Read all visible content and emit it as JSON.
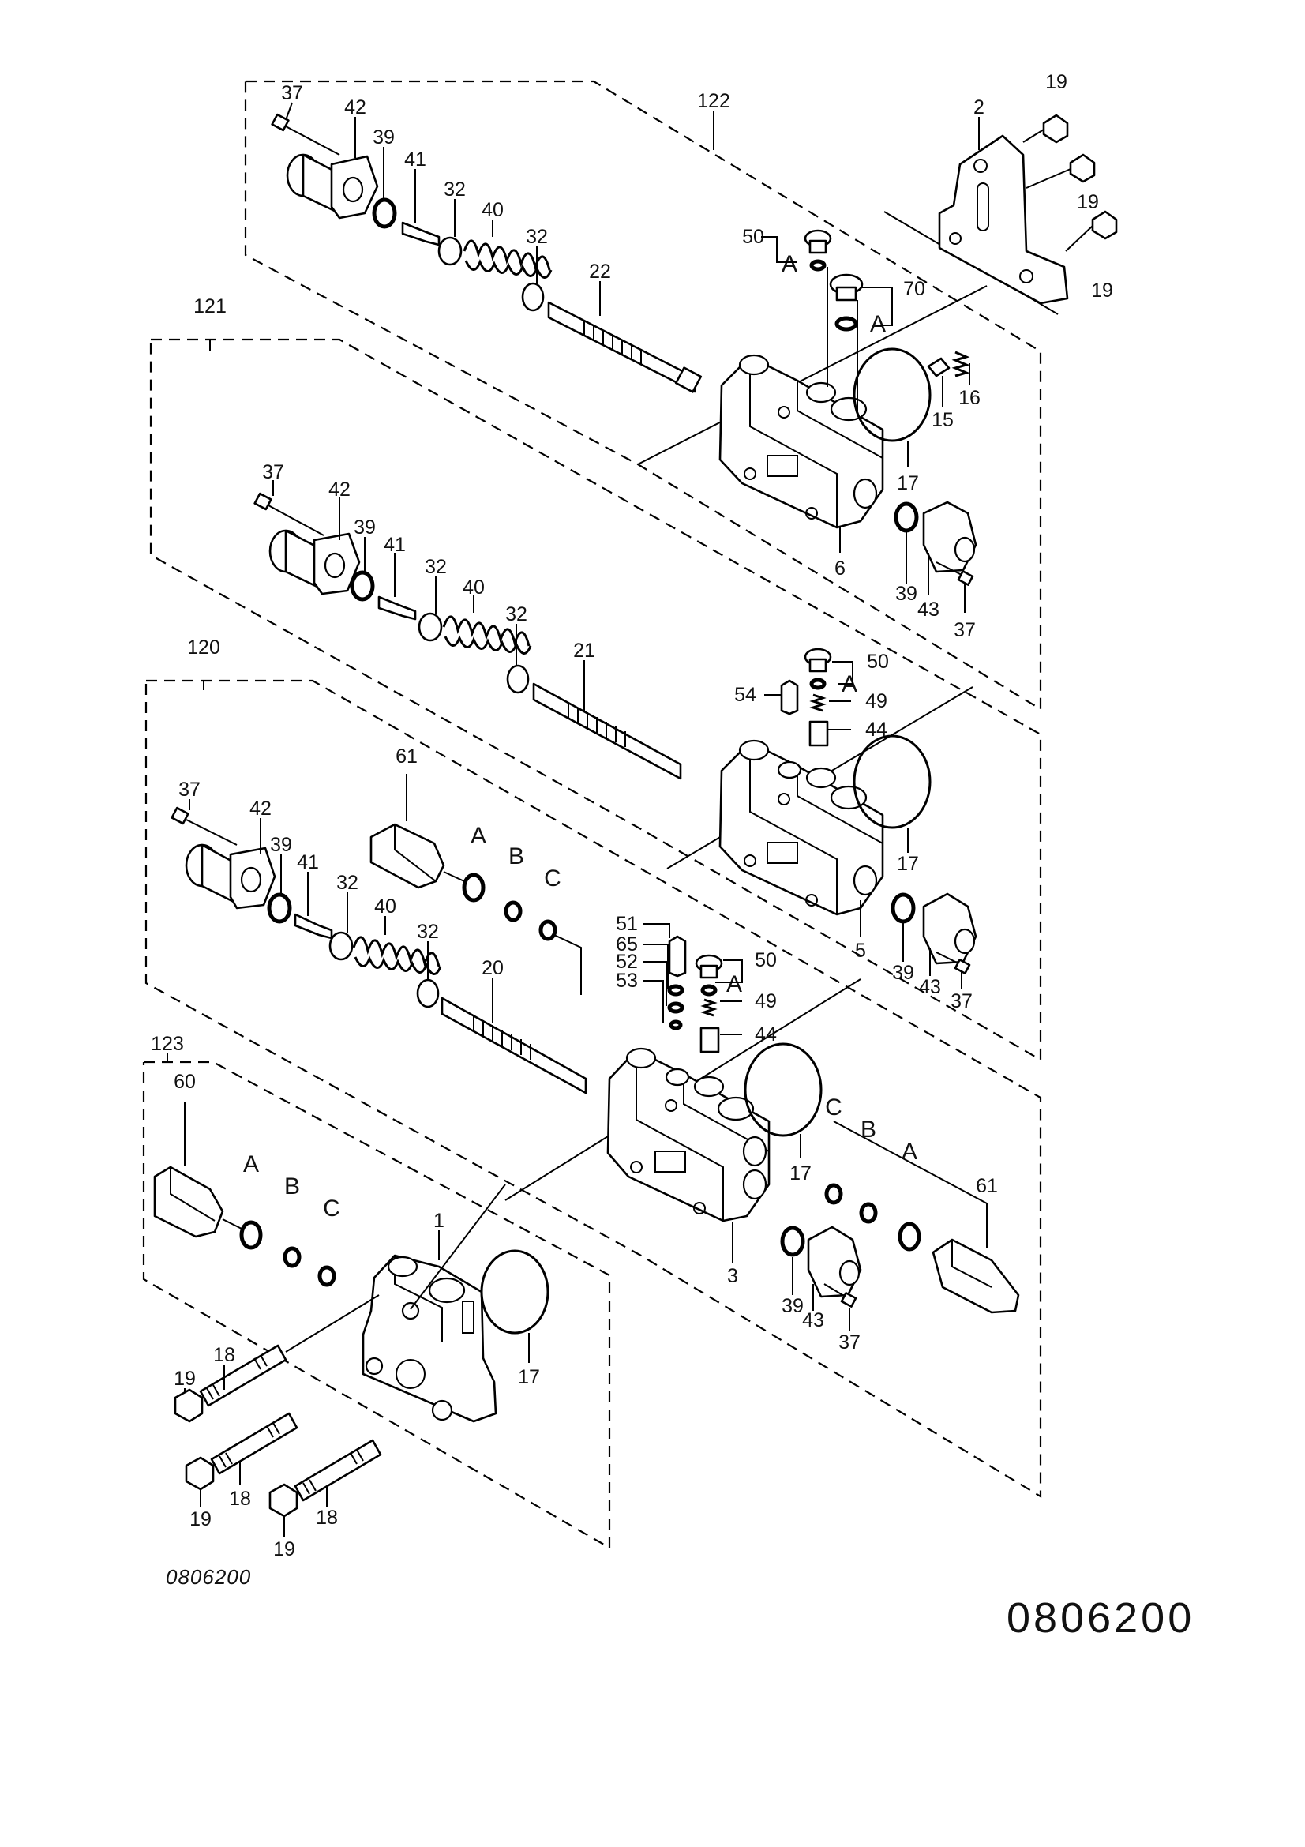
{
  "drawing_number_small": "0806200",
  "drawing_number_large": "0806200",
  "callouts": [
    {
      "id": "c37a",
      "text": "37"
    },
    {
      "id": "c42a",
      "text": "42"
    },
    {
      "id": "c39a",
      "text": "39"
    },
    {
      "id": "c41a",
      "text": "41"
    },
    {
      "id": "c32a",
      "text": "32"
    },
    {
      "id": "c40a",
      "text": "40"
    },
    {
      "id": "c32b",
      "text": "32"
    },
    {
      "id": "c22",
      "text": "22"
    },
    {
      "id": "c122",
      "text": "122"
    },
    {
      "id": "c2",
      "text": "2"
    },
    {
      "id": "c19a",
      "text": "19"
    },
    {
      "id": "c19b",
      "text": "19"
    },
    {
      "id": "c19c",
      "text": "19"
    },
    {
      "id": "c50a",
      "text": "50"
    },
    {
      "id": "c70",
      "text": "70"
    },
    {
      "id": "c15",
      "text": "15"
    },
    {
      "id": "c16",
      "text": "16"
    },
    {
      "id": "c17a",
      "text": "17"
    },
    {
      "id": "c6",
      "text": "6"
    },
    {
      "id": "c39b",
      "text": "39"
    },
    {
      "id": "c43a",
      "text": "43"
    },
    {
      "id": "c37b",
      "text": "37"
    },
    {
      "id": "c121",
      "text": "121"
    },
    {
      "id": "c37c",
      "text": "37"
    },
    {
      "id": "c42b",
      "text": "42"
    },
    {
      "id": "c39c",
      "text": "39"
    },
    {
      "id": "c41b",
      "text": "41"
    },
    {
      "id": "c32c",
      "text": "32"
    },
    {
      "id": "c40b",
      "text": "40"
    },
    {
      "id": "c32d",
      "text": "32"
    },
    {
      "id": "c21",
      "text": "21"
    },
    {
      "id": "c54",
      "text": "54"
    },
    {
      "id": "c50b",
      "text": "50"
    },
    {
      "id": "c49a",
      "text": "49"
    },
    {
      "id": "c44a",
      "text": "44"
    },
    {
      "id": "c17b",
      "text": "17"
    },
    {
      "id": "c5",
      "text": "5"
    },
    {
      "id": "c39d",
      "text": "39"
    },
    {
      "id": "c43b",
      "text": "43"
    },
    {
      "id": "c37d",
      "text": "37"
    },
    {
      "id": "c120",
      "text": "120"
    },
    {
      "id": "c61a",
      "text": "61"
    },
    {
      "id": "c37e",
      "text": "37"
    },
    {
      "id": "c42c",
      "text": "42"
    },
    {
      "id": "c39e",
      "text": "39"
    },
    {
      "id": "c41c",
      "text": "41"
    },
    {
      "id": "c32e",
      "text": "32"
    },
    {
      "id": "c40c",
      "text": "40"
    },
    {
      "id": "c32f",
      "text": "32"
    },
    {
      "id": "c20",
      "text": "20"
    },
    {
      "id": "c51",
      "text": "51"
    },
    {
      "id": "c65",
      "text": "65"
    },
    {
      "id": "c52",
      "text": "52"
    },
    {
      "id": "c53",
      "text": "53"
    },
    {
      "id": "c50c",
      "text": "50"
    },
    {
      "id": "c49b",
      "text": "49"
    },
    {
      "id": "c44b",
      "text": "44"
    },
    {
      "id": "c17c",
      "text": "17"
    },
    {
      "id": "c3",
      "text": "3"
    },
    {
      "id": "c39f",
      "text": "39"
    },
    {
      "id": "c43c",
      "text": "43"
    },
    {
      "id": "c37f",
      "text": "37"
    },
    {
      "id": "c61b",
      "text": "61"
    },
    {
      "id": "c123",
      "text": "123"
    },
    {
      "id": "c60",
      "text": "60"
    },
    {
      "id": "c1",
      "text": "1"
    },
    {
      "id": "c17d",
      "text": "17"
    },
    {
      "id": "c18a",
      "text": "18"
    },
    {
      "id": "c19d",
      "text": "19"
    },
    {
      "id": "c18b",
      "text": "18"
    },
    {
      "id": "c19e",
      "text": "19"
    },
    {
      "id": "c18c",
      "text": "18"
    },
    {
      "id": "c19f",
      "text": "19"
    }
  ],
  "letters": [
    {
      "id": "la1",
      "text": "A"
    },
    {
      "id": "la2",
      "text": "A"
    },
    {
      "id": "la3",
      "text": "A"
    },
    {
      "id": "la4",
      "text": "A"
    },
    {
      "id": "la5",
      "text": "A"
    },
    {
      "id": "lb5",
      "text": "B"
    },
    {
      "id": "lc5",
      "text": "C"
    },
    {
      "id": "la6",
      "text": "A"
    },
    {
      "id": "la7",
      "text": "A"
    },
    {
      "id": "lb7",
      "text": "B"
    },
    {
      "id": "lc7",
      "text": "C"
    },
    {
      "id": "la8",
      "text": "A"
    },
    {
      "id": "lb8",
      "text": "B"
    },
    {
      "id": "lc8",
      "text": "C"
    }
  ]
}
